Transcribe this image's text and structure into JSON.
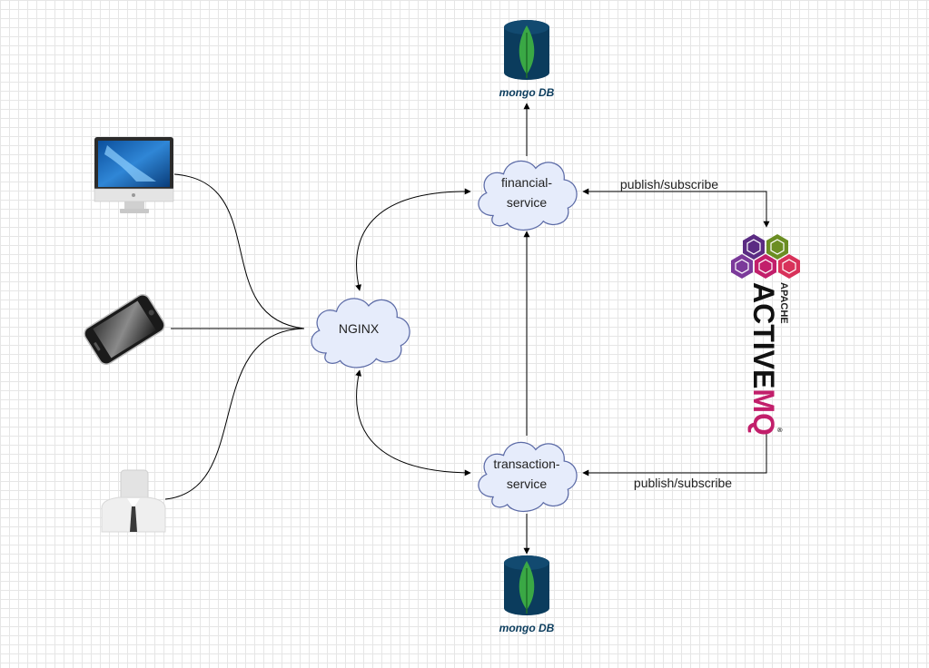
{
  "nodes": {
    "nginx": "NGINX",
    "financial_service": [
      "financial-",
      "service"
    ],
    "transaction_service": [
      "transaction-",
      "service"
    ],
    "mongo_top": "mongo DB",
    "mongo_bottom": "mongo DB",
    "activemq": {
      "apache": "APACHE",
      "active": "ACTIVE",
      "mq": "MQ",
      "reg": "®"
    }
  },
  "edges": {
    "top_label": "publish/subscribe",
    "bottom_label": "publish/subscribe"
  },
  "icons": {
    "clients": [
      "desktop-monitor-icon",
      "smartphone-icon",
      "user-avatar-icon"
    ],
    "databases": [
      "mongodb-icon",
      "mongodb-icon"
    ],
    "broker": "activemq-logo"
  },
  "colors": {
    "cloud_fill": "#e6ecfb",
    "cloud_stroke": "#5b6aa6",
    "mongo_dark": "#0b3c5d",
    "mongo_leaf": "#3aa845",
    "activemq_pink": "#c21f6b",
    "activemq_purple": "#5b2c83",
    "activemq_green": "#6b8e23"
  }
}
